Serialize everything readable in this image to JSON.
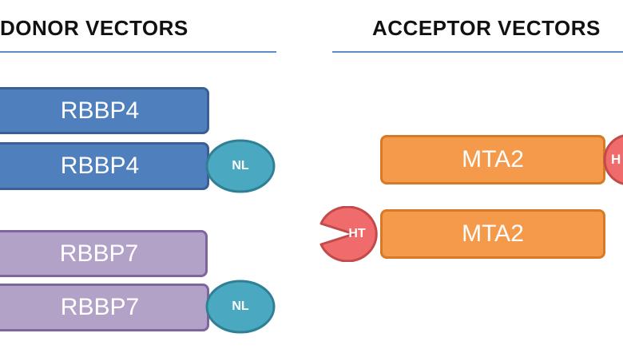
{
  "donor": {
    "heading": "DONOR VECTORS",
    "bars": [
      {
        "label": "RBBP4"
      },
      {
        "label": "RBBP4",
        "tag": "NL"
      },
      {
        "label": "RBBP7"
      },
      {
        "label": "RBBP7",
        "tag": "NL"
      }
    ]
  },
  "acceptor": {
    "heading": "ACCEPTOR VECTORS",
    "bars": [
      {
        "label": "MTA2",
        "tag": "H"
      },
      {
        "label": "MTA2",
        "tag": "HT"
      }
    ]
  },
  "colors": {
    "rbbp4": "#4f7fbd",
    "rbbp7": "#b3a2c8",
    "mta2": "#f59a4a",
    "nl_tag": "#4aa8c0",
    "ht_tag": "#f06b6b",
    "rule": "#5b8ec9"
  }
}
